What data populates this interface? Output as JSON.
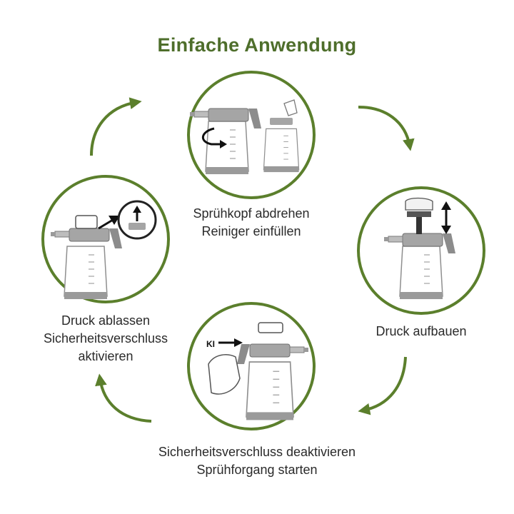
{
  "title": "Einfache Anwendung",
  "colors": {
    "accent": "#5b7f2c",
    "title": "#4e6e2b",
    "text": "#2a2a2a",
    "device": "#8f8f8f",
    "arrow": "#1a1a1a"
  },
  "steps": [
    {
      "id": "top",
      "lines": [
        "Sprühkopf abdrehen",
        "Reiniger einfüllen"
      ]
    },
    {
      "id": "right",
      "lines": [
        "Druck aufbauen"
      ]
    },
    {
      "id": "bottom",
      "lines": [
        "Sicherheitsverschluss deaktivieren",
        "Sprühforgang starten"
      ]
    },
    {
      "id": "left",
      "lines": [
        "Druck ablassen",
        "Sicherheitsverschluss",
        "aktivieren"
      ]
    }
  ],
  "lock_label": "KI"
}
